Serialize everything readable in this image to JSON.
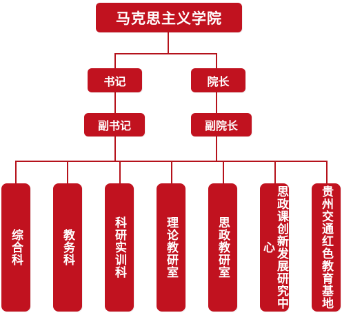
{
  "org": {
    "root": "马克思主义学院",
    "secretary": "书记",
    "dean": "院长",
    "deputy_secretary": "副书记",
    "deputy_dean": "副院长",
    "departments": [
      "综合科",
      "教务科",
      "科研实训科",
      "理论教研室",
      "思政教研室",
      "思政课创新发展研究中心",
      "贵州交通红色教育基地"
    ]
  },
  "colors": {
    "box": "#c1121f",
    "line": "#b5121b",
    "text": "#ffffff"
  }
}
